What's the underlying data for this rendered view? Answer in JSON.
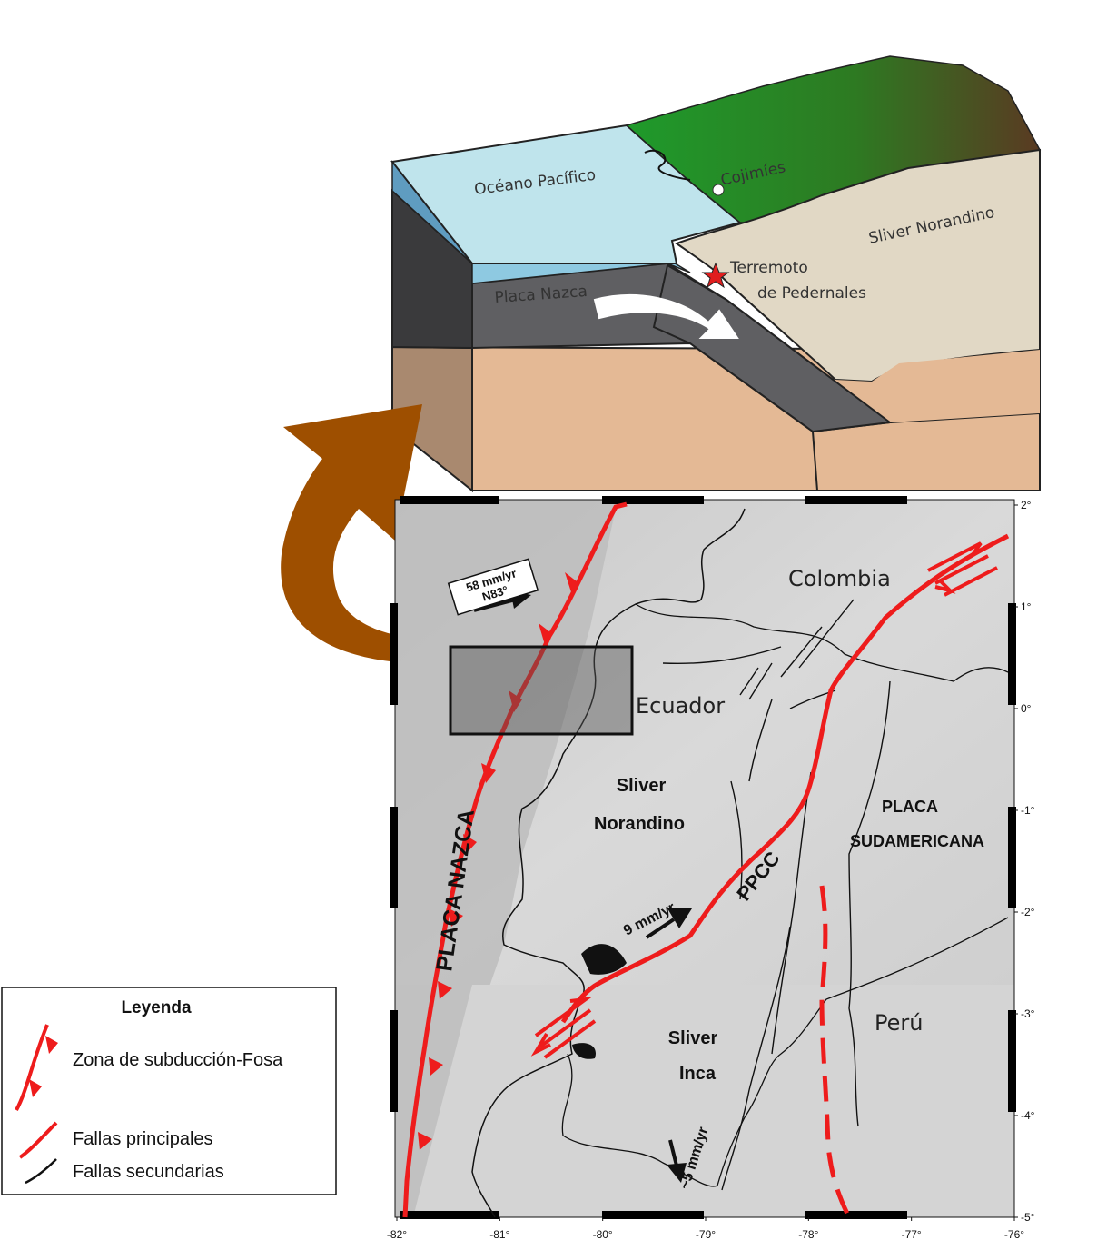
{
  "block_diagram": {
    "ocean_label": "Océano Pacífico",
    "city_label": "Cojimíes",
    "sliver_label": "Sliver Norandino",
    "plate_label": "Placa Nazca",
    "quake_label_line1": "Terremoto",
    "quake_label_line2": "de Pedernales"
  },
  "map": {
    "labels": {
      "colombia": "Colombia",
      "ecuador": "Ecuador",
      "peru": "Perú",
      "sliver_norandino_1": "Sliver",
      "sliver_norandino_2": "Norandino",
      "sliver_inca_1": "Sliver",
      "sliver_inca_2": "Inca",
      "placa_sudamericana_1": "PLACA",
      "placa_sudamericana_2": "SUDAMERICANA",
      "placa_nazca": "PLACA NAZCA",
      "ppcc": "PPCC"
    },
    "rates": {
      "nazca_rate": "58 mm/yr",
      "nazca_dir": "N83°",
      "ppcc_rate": "9 mm/yr",
      "inca_rate": "~5 mm/yr"
    },
    "x_ticks": [
      "-82°",
      "-81°",
      "-80°",
      "-79°",
      "-78°",
      "-77°",
      "-76°"
    ],
    "y_ticks": [
      "2°",
      "1°",
      "0°",
      "-1°",
      "-2°",
      "-3°",
      "-4°",
      "-5°"
    ]
  },
  "legend": {
    "title": "Leyenda",
    "items": [
      "Zona de subducción-Fosa",
      "Fallas principales",
      "Fallas secundarias"
    ]
  },
  "colors": {
    "fault_red": "#ee1c1c",
    "arrow_brown": "#9e4f00",
    "ocean": "#bfe4ec",
    "crust": "#e6bd96",
    "sliver": "#e1d8c5",
    "slab": "#5d5d60"
  }
}
